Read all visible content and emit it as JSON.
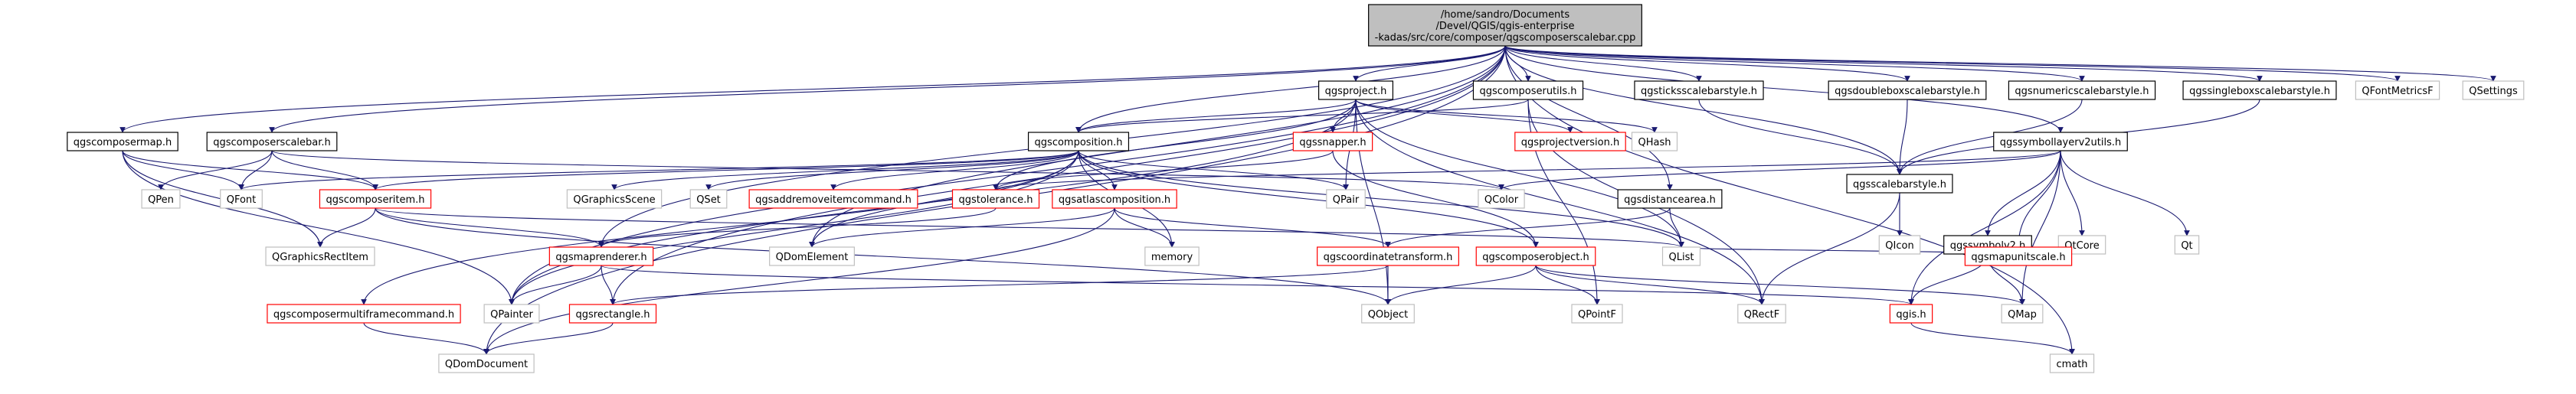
{
  "graph": {
    "nodes": [
      {
        "id": "root",
        "lines": [
          "/home/sandro/Documents",
          "/Devel/QGIS/qgis-enterprise",
          "-kadas/src/core/composer/qgscomposerscalebar.cpp"
        ],
        "style": "root"
      },
      {
        "id": "qgscomposermap_h",
        "lines": [
          "qgscomposermap.h"
        ],
        "style": "black"
      },
      {
        "id": "qgscomposerscalebar_h",
        "lines": [
          "qgscomposerscalebar.h"
        ],
        "style": "black"
      },
      {
        "id": "qgscomposition_h",
        "lines": [
          "qgscomposition.h"
        ],
        "style": "black"
      },
      {
        "id": "qgsproject_h",
        "lines": [
          "qgsproject.h"
        ],
        "style": "black"
      },
      {
        "id": "qgscomposerutils_h",
        "lines": [
          "qgscomposerutils.h"
        ],
        "style": "black"
      },
      {
        "id": "qgsticksscalebarstyle_h",
        "lines": [
          "qgsticksscalebarstyle.h"
        ],
        "style": "black"
      },
      {
        "id": "qgsdoubleboxscalebarstyle_h",
        "lines": [
          "qgsdoubleboxscalebarstyle.h"
        ],
        "style": "black"
      },
      {
        "id": "qgsnumericscalebarstyle_h",
        "lines": [
          "qgsnumericscalebarstyle.h"
        ],
        "style": "black"
      },
      {
        "id": "qgssingleboxscalebarstyle_h",
        "lines": [
          "qgssingleboxscalebarstyle.h"
        ],
        "style": "black"
      },
      {
        "id": "QFontMetricsF",
        "lines": [
          "QFontMetricsF"
        ],
        "style": "gray"
      },
      {
        "id": "QSettings",
        "lines": [
          "QSettings"
        ],
        "style": "gray"
      },
      {
        "id": "qgssymbollayerv2utils_h",
        "lines": [
          "qgssymbollayerv2utils.h"
        ],
        "style": "black"
      },
      {
        "id": "qgssnapper_h",
        "lines": [
          "qgssnapper.h"
        ],
        "style": "red"
      },
      {
        "id": "qgsprojectversion_h",
        "lines": [
          "qgsprojectversion.h"
        ],
        "style": "red"
      },
      {
        "id": "QHash",
        "lines": [
          "QHash"
        ],
        "style": "gray"
      },
      {
        "id": "qgsscalebarstyle_h",
        "lines": [
          "qgsscalebarstyle.h"
        ],
        "style": "black"
      },
      {
        "id": "QPen",
        "lines": [
          "QPen"
        ],
        "style": "gray"
      },
      {
        "id": "QFont",
        "lines": [
          "QFont"
        ],
        "style": "gray"
      },
      {
        "id": "qgscomposeritem_h",
        "lines": [
          "qgscomposeritem.h"
        ],
        "style": "red"
      },
      {
        "id": "QGraphicsScene",
        "lines": [
          "QGraphicsScene"
        ],
        "style": "gray"
      },
      {
        "id": "QSet",
        "lines": [
          "QSet"
        ],
        "style": "gray"
      },
      {
        "id": "qgsaddremoveitemcommand_h",
        "lines": [
          "qgsaddremoveitemcommand.h"
        ],
        "style": "red"
      },
      {
        "id": "qgstolerance_h",
        "lines": [
          "qgstolerance.h"
        ],
        "style": "red"
      },
      {
        "id": "qgsatlascomposition_h",
        "lines": [
          "qgsatlascomposition.h"
        ],
        "style": "red"
      },
      {
        "id": "QPair",
        "lines": [
          "QPair"
        ],
        "style": "gray"
      },
      {
        "id": "QColor",
        "lines": [
          "QColor"
        ],
        "style": "gray"
      },
      {
        "id": "qgsdistancearea_h",
        "lines": [
          "qgsdistancearea.h"
        ],
        "style": "black"
      },
      {
        "id": "QIcon",
        "lines": [
          "QIcon"
        ],
        "style": "gray"
      },
      {
        "id": "qgssymbolv2_h",
        "lines": [
          "qgssymbolv2.h"
        ],
        "style": "black"
      },
      {
        "id": "QtCore",
        "lines": [
          "QtCore"
        ],
        "style": "gray"
      },
      {
        "id": "Qt",
        "lines": [
          "Qt"
        ],
        "style": "gray"
      },
      {
        "id": "QGraphicsRectItem",
        "lines": [
          "QGraphicsRectItem"
        ],
        "style": "gray"
      },
      {
        "id": "qgsmaprenderer_h",
        "lines": [
          "qgsmaprenderer.h"
        ],
        "style": "red"
      },
      {
        "id": "QDomElement",
        "lines": [
          "QDomElement"
        ],
        "style": "gray"
      },
      {
        "id": "memory",
        "lines": [
          "memory"
        ],
        "style": "gray"
      },
      {
        "id": "qgscoordinatetransform_h",
        "lines": [
          "qgscoordinatetransform.h"
        ],
        "style": "red"
      },
      {
        "id": "qgscomposerobject_h",
        "lines": [
          "qgscomposerobject.h"
        ],
        "style": "red"
      },
      {
        "id": "QList",
        "lines": [
          "QList"
        ],
        "style": "gray"
      },
      {
        "id": "qgsmapunitscale_h",
        "lines": [
          "qgsmapunitscale.h"
        ],
        "style": "red"
      },
      {
        "id": "qgscomposermultiframecommand_h",
        "lines": [
          "qgscomposermultiframecommand.h"
        ],
        "style": "red"
      },
      {
        "id": "QPainter",
        "lines": [
          "QPainter"
        ],
        "style": "gray"
      },
      {
        "id": "qgsrectangle_h",
        "lines": [
          "qgsrectangle.h"
        ],
        "style": "red"
      },
      {
        "id": "QObject",
        "lines": [
          "QObject"
        ],
        "style": "gray"
      },
      {
        "id": "QPointF",
        "lines": [
          "QPointF"
        ],
        "style": "gray"
      },
      {
        "id": "QRectF",
        "lines": [
          "QRectF"
        ],
        "style": "gray"
      },
      {
        "id": "qgis_h",
        "lines": [
          "qgis.h"
        ],
        "style": "red"
      },
      {
        "id": "QMap",
        "lines": [
          "QMap"
        ],
        "style": "gray"
      },
      {
        "id": "QDomDocument",
        "lines": [
          "QDomDocument"
        ],
        "style": "gray"
      },
      {
        "id": "cmath",
        "lines": [
          "cmath"
        ],
        "style": "gray"
      }
    ],
    "edges": [
      [
        "root",
        "qgscomposermap_h"
      ],
      [
        "root",
        "qgscomposerscalebar_h"
      ],
      [
        "root",
        "qgscomposition_h"
      ],
      [
        "root",
        "qgsproject_h"
      ],
      [
        "root",
        "qgscomposerutils_h"
      ],
      [
        "root",
        "qgsticksscalebarstyle_h"
      ],
      [
        "root",
        "qgsdoubleboxscalebarstyle_h"
      ],
      [
        "root",
        "qgsnumericscalebarstyle_h"
      ],
      [
        "root",
        "qgssingleboxscalebarstyle_h"
      ],
      [
        "root",
        "QFontMetricsF"
      ],
      [
        "root",
        "QSettings"
      ],
      [
        "root",
        "qgssymbollayerv2utils_h"
      ],
      [
        "root",
        "qgsdistancearea_h"
      ],
      [
        "root",
        "qgsscalebarstyle_h"
      ],
      [
        "root",
        "cmath"
      ],
      [
        "root",
        "QDomDocument"
      ],
      [
        "root",
        "QPainter"
      ],
      [
        "root",
        "QDomElement"
      ],
      [
        "root",
        "qgsmaprenderer_h"
      ],
      [
        "root",
        "qgsrectangle_h"
      ],
      [
        "qgscomposermap_h",
        "qgscomposeritem_h"
      ],
      [
        "qgscomposermap_h",
        "QFont"
      ],
      [
        "qgscomposermap_h",
        "QGraphicsRectItem"
      ],
      [
        "qgscomposermap_h",
        "QPainter"
      ],
      [
        "qgscomposerscalebar_h",
        "qgscomposeritem_h"
      ],
      [
        "qgscomposerscalebar_h",
        "QPen"
      ],
      [
        "qgscomposerscalebar_h",
        "QFont"
      ],
      [
        "qgscomposerscalebar_h",
        "QColor"
      ],
      [
        "qgscomposition_h",
        "QFont"
      ],
      [
        "qgscomposition_h",
        "qgscomposeritem_h"
      ],
      [
        "qgscomposition_h",
        "QGraphicsScene"
      ],
      [
        "qgscomposition_h",
        "QSet"
      ],
      [
        "qgscomposition_h",
        "qgsaddremoveitemcommand_h"
      ],
      [
        "qgscomposition_h",
        "qgsatlascomposition_h"
      ],
      [
        "qgscomposition_h",
        "QPair"
      ],
      [
        "qgscomposition_h",
        "QList"
      ],
      [
        "qgscomposition_h",
        "memory"
      ],
      [
        "qgscomposition_h",
        "qgscomposerobject_h"
      ],
      [
        "qgscomposition_h",
        "qgscomposermultiframecommand_h"
      ],
      [
        "qgscomposition_h",
        "QPainter"
      ],
      [
        "qgscomposition_h",
        "QDomElement"
      ],
      [
        "qgsproject_h",
        "qgscomposition_h"
      ],
      [
        "qgsproject_h",
        "qgssnapper_h"
      ],
      [
        "qgsproject_h",
        "qgsprojectversion_h"
      ],
      [
        "qgsproject_h",
        "QHash"
      ],
      [
        "qgsproject_h",
        "QPair"
      ],
      [
        "qgsproject_h",
        "QList"
      ],
      [
        "qgsproject_h",
        "QObject"
      ],
      [
        "qgsproject_h",
        "qgstolerance_h"
      ],
      [
        "qgsproject_h",
        "QPainter"
      ],
      [
        "qgsproject_h",
        "QRectF"
      ],
      [
        "qgscomposerutils_h",
        "qgscomposition_h"
      ],
      [
        "qgscomposerutils_h",
        "QPointF"
      ],
      [
        "qgscomposerutils_h",
        "QRectF"
      ],
      [
        "qgsticksscalebarstyle_h",
        "qgsscalebarstyle_h"
      ],
      [
        "qgsdoubleboxscalebarstyle_h",
        "qgsscalebarstyle_h"
      ],
      [
        "qgsnumericscalebarstyle_h",
        "qgsscalebarstyle_h"
      ],
      [
        "qgssingleboxscalebarstyle_h",
        "qgsscalebarstyle_h"
      ],
      [
        "qgsscalebarstyle_h",
        "QIcon"
      ],
      [
        "qgsscalebarstyle_h",
        "QRectF"
      ],
      [
        "qgssymbollayerv2utils_h",
        "QColor"
      ],
      [
        "qgssymbollayerv2utils_h",
        "qgssymbolv2_h"
      ],
      [
        "qgssymbollayerv2utils_h",
        "QtCore"
      ],
      [
        "qgssymbollayerv2utils_h",
        "Qt"
      ],
      [
        "qgssymbollayerv2utils_h",
        "qgsmapunitscale_h"
      ],
      [
        "qgssymbollayerv2utils_h",
        "QMap"
      ],
      [
        "qgssymbollayerv2utils_h",
        "qgis_h"
      ],
      [
        "qgssymbollayerv2utils_h",
        "qgstolerance_h"
      ],
      [
        "qgssymbolv2_h",
        "qgsmapunitscale_h"
      ],
      [
        "qgssymbolv2_h",
        "QMap"
      ],
      [
        "qgssymbolv2_h",
        "qgis_h"
      ],
      [
        "qgssymbolv2_h",
        "QList"
      ],
      [
        "qgssnapper_h",
        "qgstolerance_h"
      ],
      [
        "qgssnapper_h",
        "qgscomposerobject_h"
      ],
      [
        "qgsdistancearea_h",
        "QList"
      ],
      [
        "qgsdistancearea_h",
        "qgscoordinatetransform_h"
      ],
      [
        "qgscomposeritem_h",
        "QGraphicsRectItem"
      ],
      [
        "qgscomposeritem_h",
        "qgsmaprenderer_h"
      ],
      [
        "qgscomposeritem_h",
        "QList"
      ],
      [
        "qgscomposeritem_h",
        "QObject"
      ],
      [
        "qgstolerance_h",
        "qgsmaprenderer_h"
      ],
      [
        "qgsatlascomposition_h",
        "QDomElement"
      ],
      [
        "qgsatlascomposition_h",
        "memory"
      ],
      [
        "qgsatlascomposition_h",
        "qgscoordinatetransform_h"
      ],
      [
        "qgsatlascomposition_h",
        "QDomDocument"
      ],
      [
        "qgsmaprenderer_h",
        "QPainter"
      ],
      [
        "qgsmaprenderer_h",
        "qgsrectangle_h"
      ],
      [
        "qgsmaprenderer_h",
        "qgis_h"
      ],
      [
        "qgscoordinatetransform_h",
        "QObject"
      ],
      [
        "qgscoordinatetransform_h",
        "qgsrectangle_h"
      ],
      [
        "qgscomposerobject_h",
        "QObject"
      ],
      [
        "qgscomposerobject_h",
        "QPointF"
      ],
      [
        "qgscomposerobject_h",
        "QRectF"
      ],
      [
        "qgscomposerobject_h",
        "QMap"
      ],
      [
        "qgscomposermultiframecommand_h",
        "QDomDocument"
      ],
      [
        "qgsrectangle_h",
        "QDomDocument"
      ],
      [
        "qgis_h",
        "cmath"
      ]
    ]
  },
  "colors": {
    "root_fill": "#bfbfbf",
    "node_fill": "#ffffff",
    "black_border": "#000000",
    "red_border": "#ff0000",
    "gray_border": "#bfbfbf",
    "text": "#000000",
    "edge": "#191970"
  }
}
